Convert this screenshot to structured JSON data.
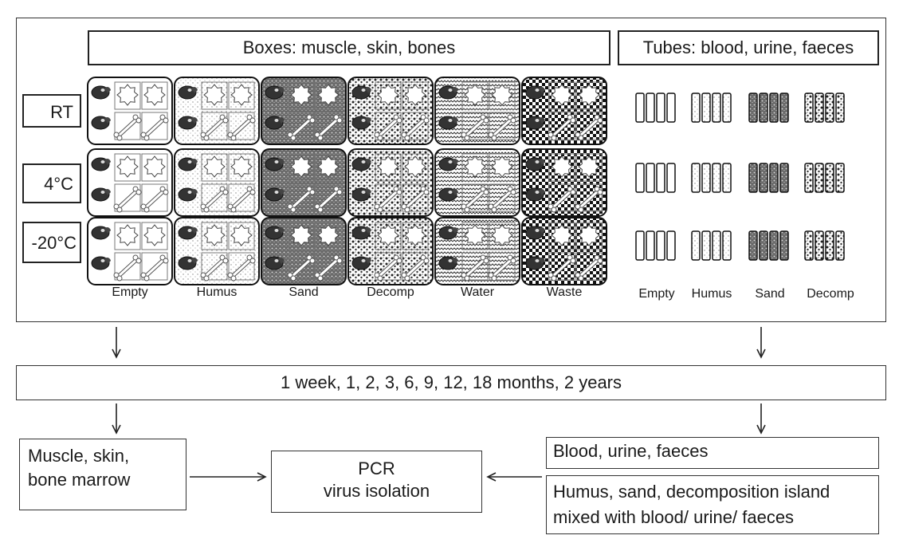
{
  "boxes_title": "Boxes: muscle, skin, bones",
  "tubes_title": "Tubes: blood, urine, faeces",
  "temperatures": [
    "RT",
    "4°C",
    "-20°C"
  ],
  "box_media": [
    "Empty",
    "Humus",
    "Sand",
    "Decomp",
    "Water",
    "Waste"
  ],
  "tube_media": [
    "Empty",
    "Humus",
    "Sand",
    "Decomp"
  ],
  "timepoints": "1 week, 1, 2, 3, 6, 9, 12, 18 months, 2 years",
  "left_result": [
    "Muscle, skin,",
    "bone marrow"
  ],
  "center_result": [
    "PCR",
    "virus isolation"
  ],
  "right_result_1": "Blood, urine, faeces",
  "right_result_2": [
    "Humus, sand, decomposition island",
    "mixed with blood/ urine/ faeces"
  ],
  "icons": [
    "meat-icon",
    "skin-icon",
    "bone-icon",
    "tube-icon",
    "arrow-icon"
  ]
}
